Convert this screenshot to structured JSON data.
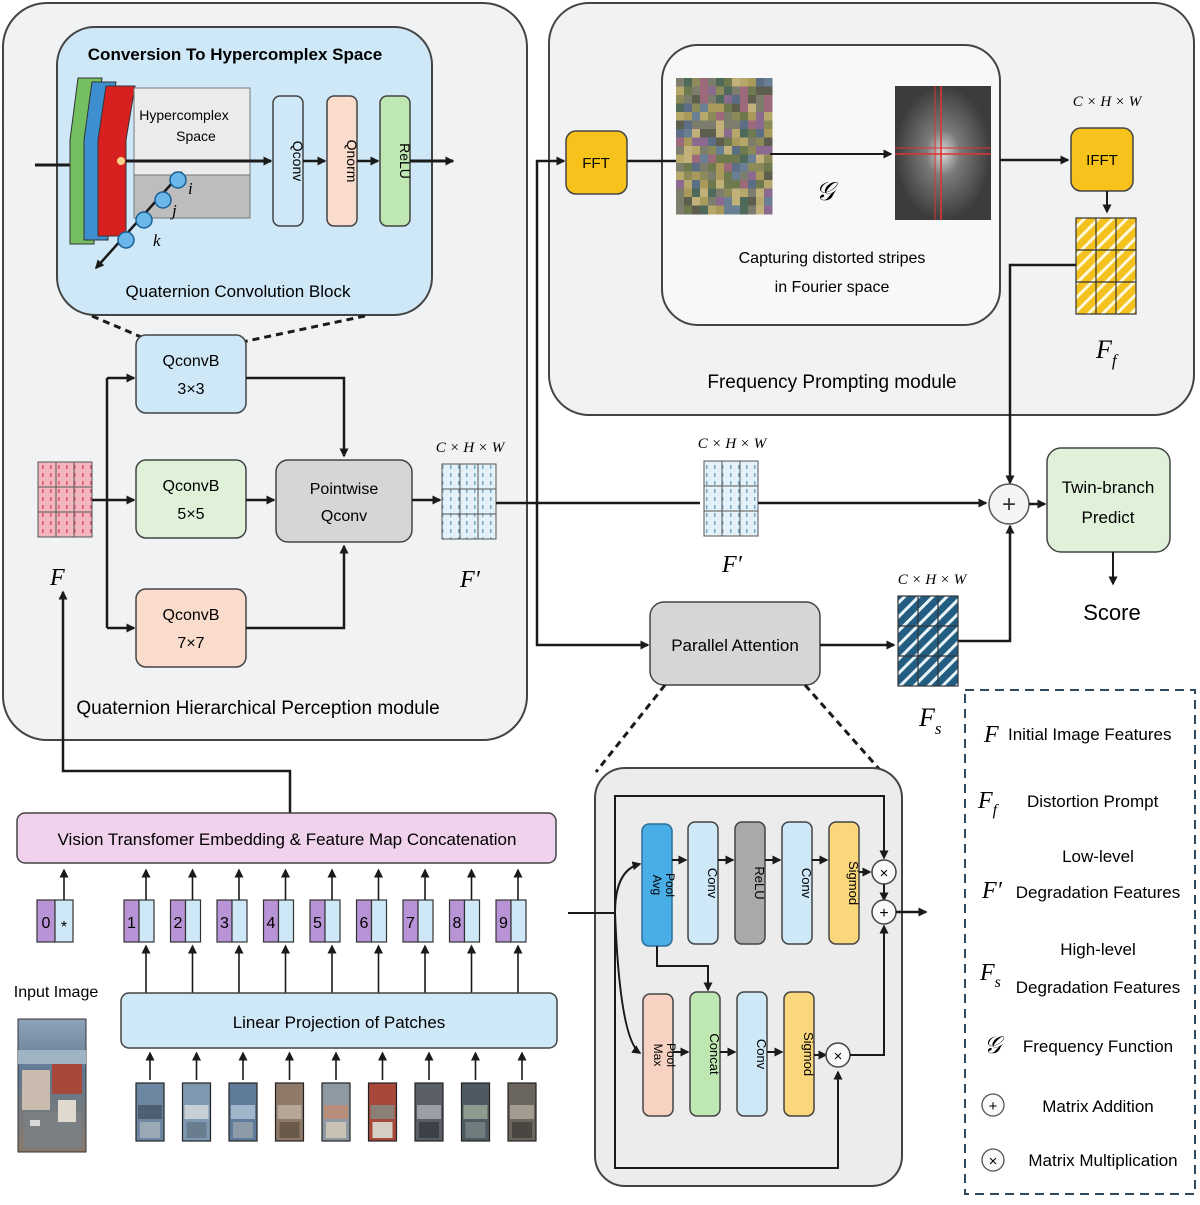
{
  "qhp": {
    "title": "Quaternion Hierarchical Perception module",
    "block_title": "Conversion To Hypercomplex Space",
    "block_caption": "Quaternion Convolution Block",
    "hyper_label_1": "Hypercomplex",
    "hyper_label_2": "Space",
    "axis_i": "i",
    "axis_j": "j",
    "axis_k": "k",
    "ops": [
      "Qconv",
      "Qnorm",
      "ReLU"
    ],
    "branches": [
      {
        "name": "QconvB",
        "size": "3×3"
      },
      {
        "name": "QconvB",
        "size": "5×5"
      },
      {
        "name": "QconvB",
        "size": "7×7"
      }
    ],
    "pointwise_1": "Pointwise",
    "pointwise_2": "Qconv",
    "feat_F": "F",
    "feat_Fprime": "F′",
    "dim": "C × H × W"
  },
  "freq": {
    "title": "Frequency Prompting module",
    "fft": "FFT",
    "ifft": "IFFT",
    "g": "𝒢",
    "caption_1": "Capturing distorted stripes",
    "caption_2": "in Fourier space",
    "dim": "C × H × W",
    "feat_Ff": "F",
    "feat_Ff_sub": "f"
  },
  "middle": {
    "dim_mid": "C × H × W",
    "feat_Fprime": "F′",
    "parallel_attention": "Parallel Attention",
    "dim_s": "C × H × W",
    "feat_Fs": "F",
    "feat_Fs_sub": "s",
    "twin_1": "Twin-branch",
    "twin_2": "Predict",
    "score": "Score"
  },
  "vit": {
    "embedding": "Vision Transfomer Embedding & Feature Map Concatenation",
    "projection": "Linear Projection of Patches",
    "input_label": "Input Image",
    "token0": "0",
    "token_star": "*",
    "tokens": [
      "1",
      "2",
      "3",
      "4",
      "5",
      "6",
      "7",
      "8",
      "9"
    ]
  },
  "attention": {
    "row1": [
      "Avg\nPool",
      "Conv",
      "ReLU",
      "Conv",
      "Sigmod"
    ],
    "row2": [
      "Max\nPool",
      "Concat",
      "Conv",
      "Sigmod"
    ],
    "avg_1": "Avg",
    "avg_2": "Pool",
    "max_1": "Max",
    "max_2": "Pool"
  },
  "legend": {
    "items": [
      {
        "sym": "F",
        "sub": "",
        "text": "Initial Image Features"
      },
      {
        "sym": "F",
        "sub": "f",
        "text": "Distortion Prompt"
      },
      {
        "sym": "F′",
        "sub": "",
        "text1": "Low-level",
        "text2": "Degradation Features"
      },
      {
        "sym": "F",
        "sub": "s",
        "text1": "High-level",
        "text2": "Degradation Features"
      },
      {
        "sym": "𝒢",
        "sub": "",
        "text": "Frequency Function"
      },
      {
        "sym": "+",
        "sub": "",
        "text": "Matrix Addition"
      },
      {
        "sym": "×",
        "sub": "",
        "text": "Matrix Multiplication"
      }
    ]
  },
  "colors": {
    "panel": "#f1f2f3",
    "blue_light": "#cfe8f7",
    "green_light": "#dff2d9",
    "peach": "#fadccc",
    "gray_box": "#d6d6d6",
    "yellow": "#f7c21b",
    "pink_bar": "#f0d2ec",
    "purple": "#b894d6",
    "avg_blue": "#4aaee6"
  }
}
